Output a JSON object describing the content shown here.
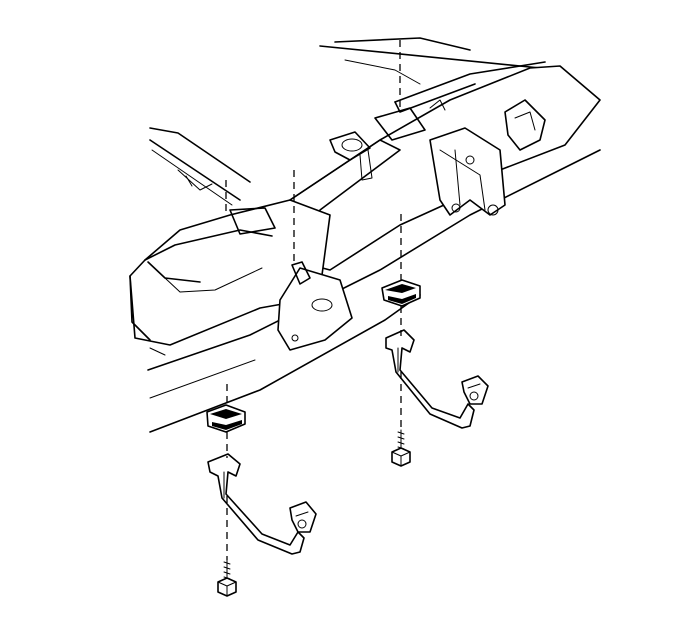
{
  "illustration": {
    "parts": [
      {
        "name": "frame-rail"
      },
      {
        "name": "fuel-tank"
      },
      {
        "name": "rear-crossmember"
      },
      {
        "name": "front-crossmember"
      },
      {
        "name": "insulator"
      },
      {
        "name": "strap-bracket"
      },
      {
        "name": "bolt"
      }
    ]
  },
  "colors": {
    "ink": "#000000",
    "paper": "#ffffff"
  }
}
